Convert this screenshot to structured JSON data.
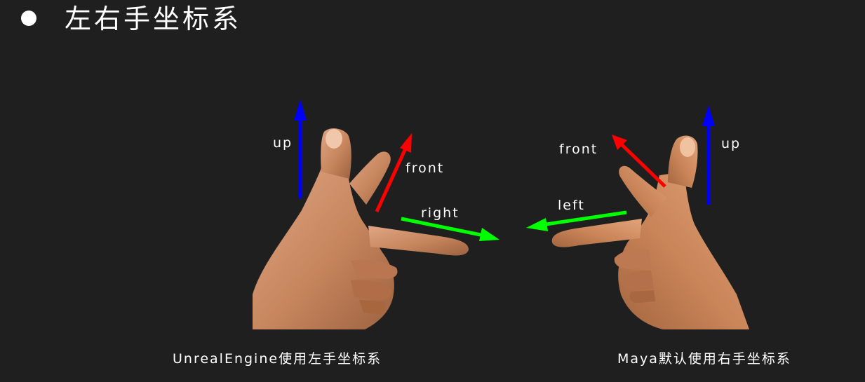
{
  "heading": {
    "bullet_icon": "bullet-dot-icon",
    "title": "左右手坐标系"
  },
  "colors": {
    "background": "#1f1f1f",
    "up_axis": "#0000ff",
    "front_axis": "#ff0000",
    "side_axis": "#00ff00",
    "skin": "#c98a63"
  },
  "left_diagram": {
    "icon": "left-hand-gesture-icon",
    "axes": {
      "up": "up",
      "front": "front",
      "right": "right"
    },
    "caption": "UnrealEngine使用左手坐标系"
  },
  "right_diagram": {
    "icon": "right-hand-gesture-icon",
    "axes": {
      "up": "up",
      "front": "front",
      "left": "left"
    },
    "caption": "Maya默认使用右手坐标系"
  }
}
